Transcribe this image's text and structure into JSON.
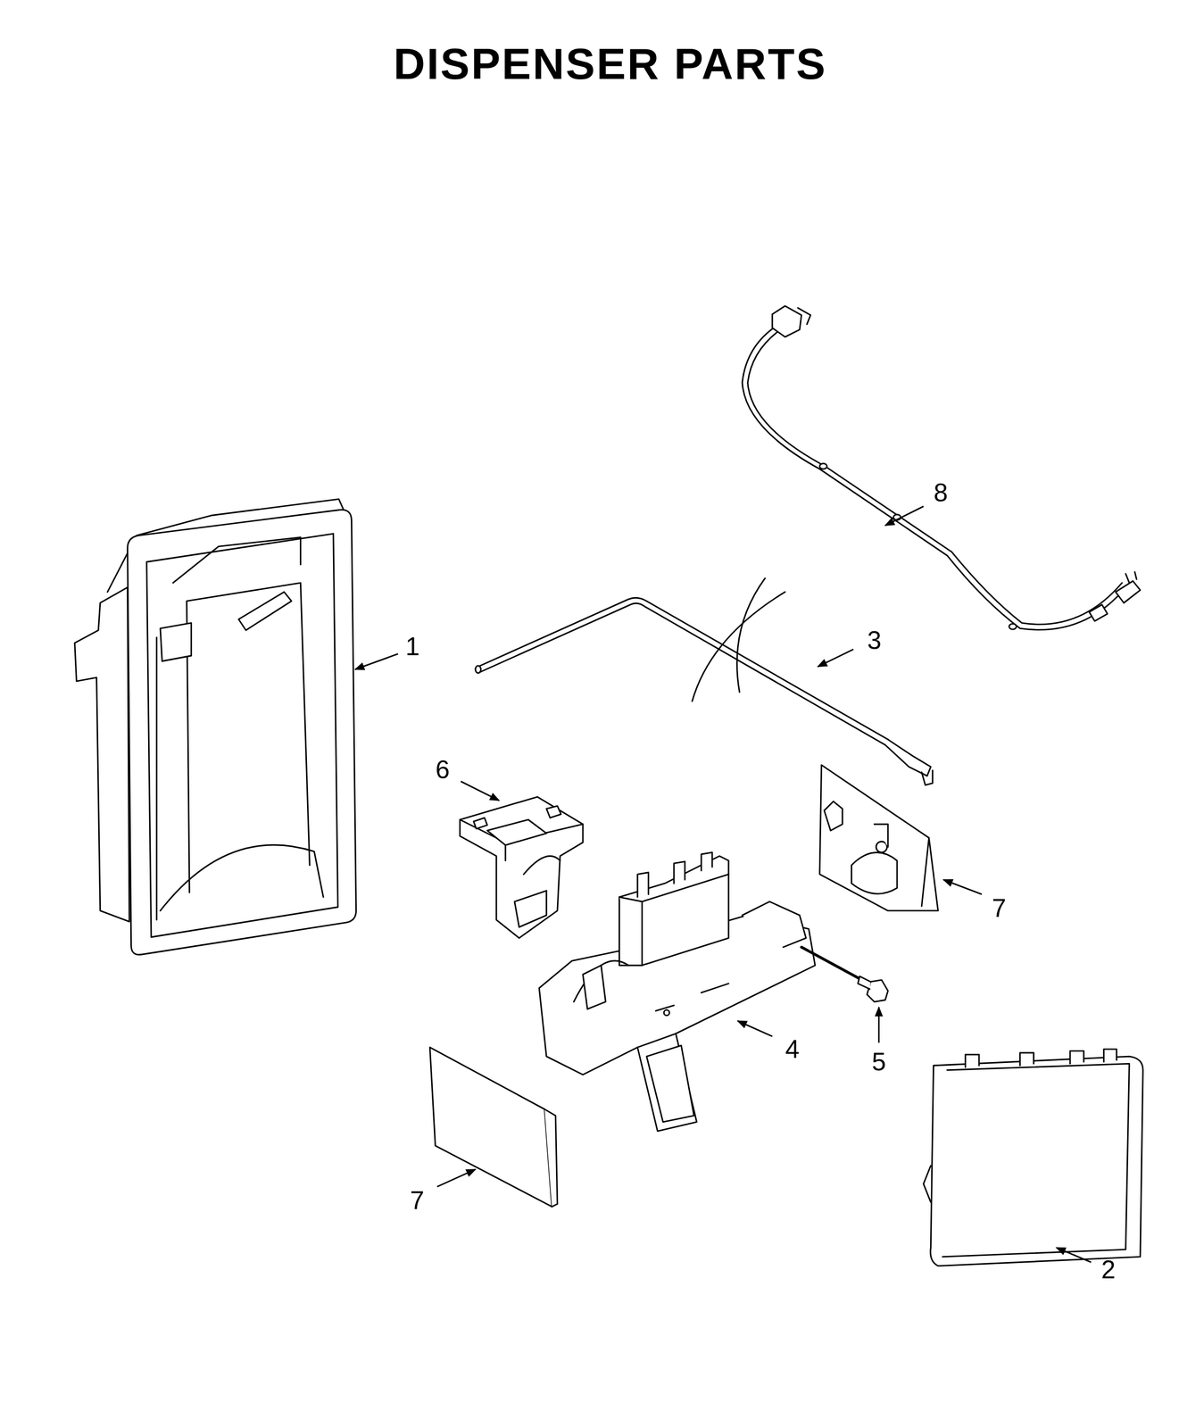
{
  "diagram": {
    "title": "DISPENSER PARTS",
    "labels": [
      "8",
      "3",
      "1",
      "6",
      "7",
      "4",
      "5",
      "7",
      "2"
    ]
  }
}
